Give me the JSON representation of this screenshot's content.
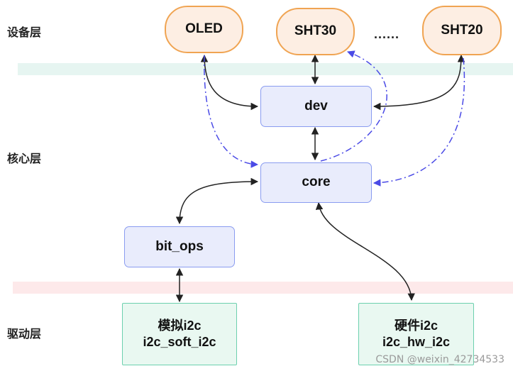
{
  "layers": {
    "device": "设备层",
    "core": "核心层",
    "driver": "驱动层"
  },
  "devices": {
    "oled": "OLED",
    "sht30": "SHT30",
    "ellipsis": "......",
    "sht20": "SHT20"
  },
  "core_layer": {
    "dev": "dev",
    "core": "core",
    "bit_ops": "bit_ops"
  },
  "drivers": {
    "soft_line1": "模拟i2c",
    "soft_line2": "i2c_soft_i2c",
    "hw_line1": "硬件i2c",
    "hw_line2": "i2c_hw_i2c"
  },
  "watermark": "CSDN @weixin_42734533",
  "colors": {
    "device_fill": "#fdeee3",
    "device_border": "#f0a452",
    "core_fill": "#e9ecfc",
    "core_border": "#8a9cf0",
    "driver_fill": "#e9f8f1",
    "driver_border": "#6cd0ae",
    "band_device": "#e6f5f1",
    "band_driver": "#fde9ea",
    "solid_arrow": "#222222",
    "dashed_arrow": "#4a4ae6"
  }
}
